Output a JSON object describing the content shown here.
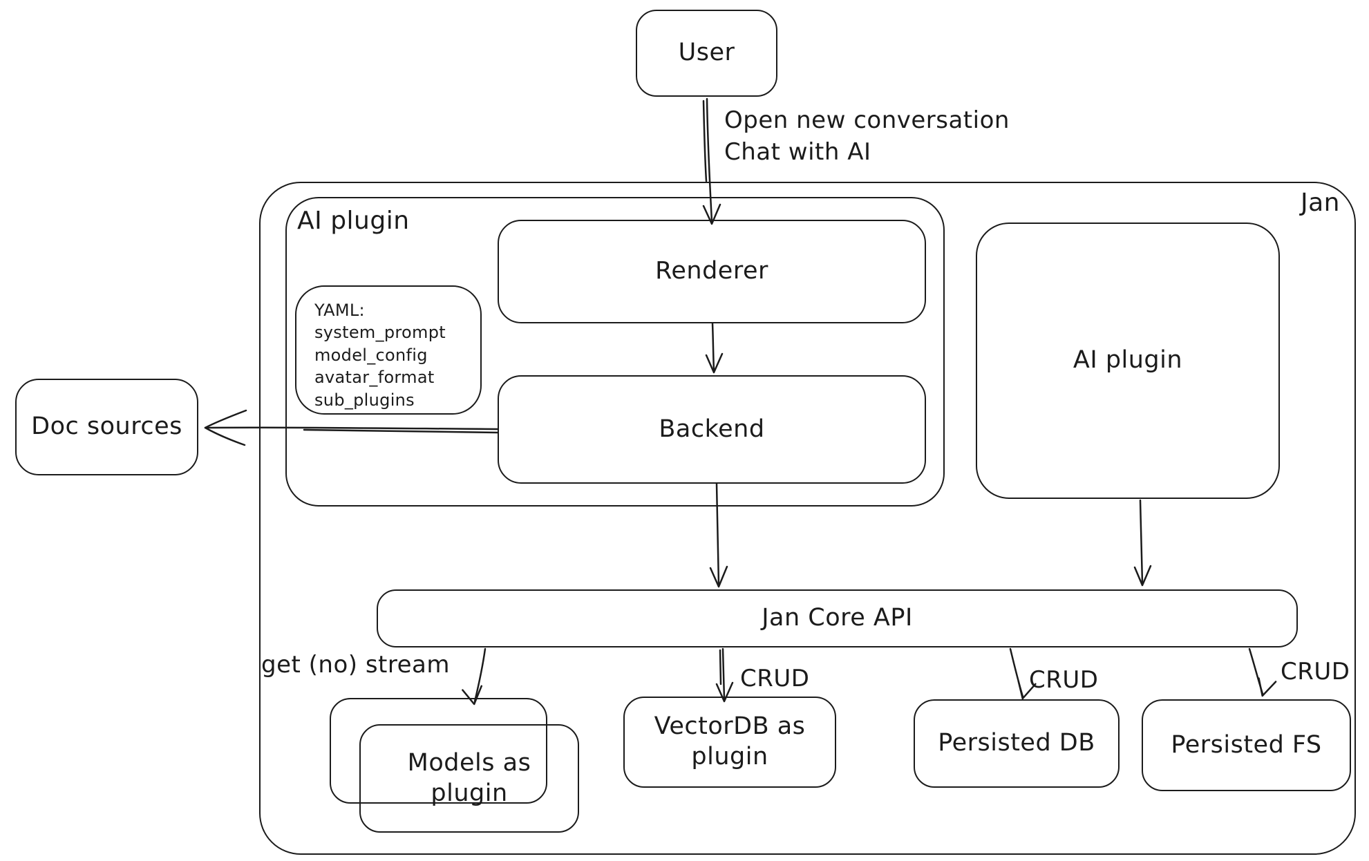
{
  "diagram": {
    "user": {
      "label": "User"
    },
    "edge_user": {
      "line1": "Open new conversation",
      "line2": "Chat with AI"
    },
    "jan": {
      "label": "Jan"
    },
    "ai_plugin_left": {
      "label": "AI plugin"
    },
    "renderer": {
      "label": "Renderer"
    },
    "yaml_note": {
      "lines": [
        "YAML:",
        "system_prompt",
        "model_config",
        "avatar_format",
        "sub_plugins"
      ]
    },
    "backend": {
      "label": "Backend"
    },
    "doc_sources": {
      "label": "Doc sources"
    },
    "ai_plugin_right": {
      "label": "AI plugin"
    },
    "jan_core_api": {
      "label": "Jan Core API"
    },
    "edge_models": {
      "label": "get (no) stream"
    },
    "edge_vectordb": {
      "label": "CRUD"
    },
    "edge_persisted_db": {
      "label": "CRUD"
    },
    "edge_persisted_fs": {
      "label": "CRUD"
    },
    "models_as_plugin": {
      "label": "Models as plugin"
    },
    "vectordb_as_plugin": {
      "label": "VectorDB as plugin"
    },
    "persisted_db": {
      "label": "Persisted DB"
    },
    "persisted_fs": {
      "label": "Persisted FS"
    }
  },
  "colors": {
    "stroke": "#1b1b1b",
    "background": "#ffffff"
  }
}
